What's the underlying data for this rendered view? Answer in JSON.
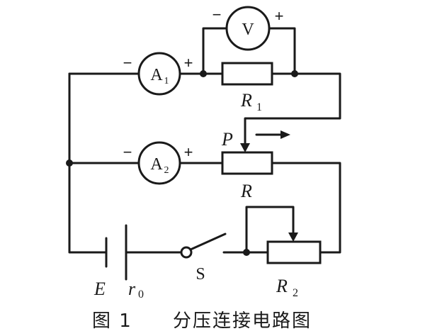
{
  "figure": {
    "caption_number": "图 1",
    "caption_text": "分压连接电路图"
  },
  "components": {
    "voltmeter": {
      "symbol": "V",
      "minus": "−",
      "plus": "+"
    },
    "ammeter1": {
      "symbol": "A",
      "index": "1",
      "minus": "−",
      "plus": "+"
    },
    "ammeter2": {
      "symbol": "A",
      "index": "2",
      "minus": "−",
      "plus": "+"
    },
    "resistor1": {
      "symbol": "R",
      "index": "1"
    },
    "rheostat": {
      "symbol": "R",
      "slider": "P"
    },
    "resistor2": {
      "symbol": "R",
      "index": "2"
    },
    "battery": {
      "emf": "E",
      "internal_r": "r",
      "internal_r_index": "0"
    },
    "switch": {
      "symbol": "S"
    }
  }
}
